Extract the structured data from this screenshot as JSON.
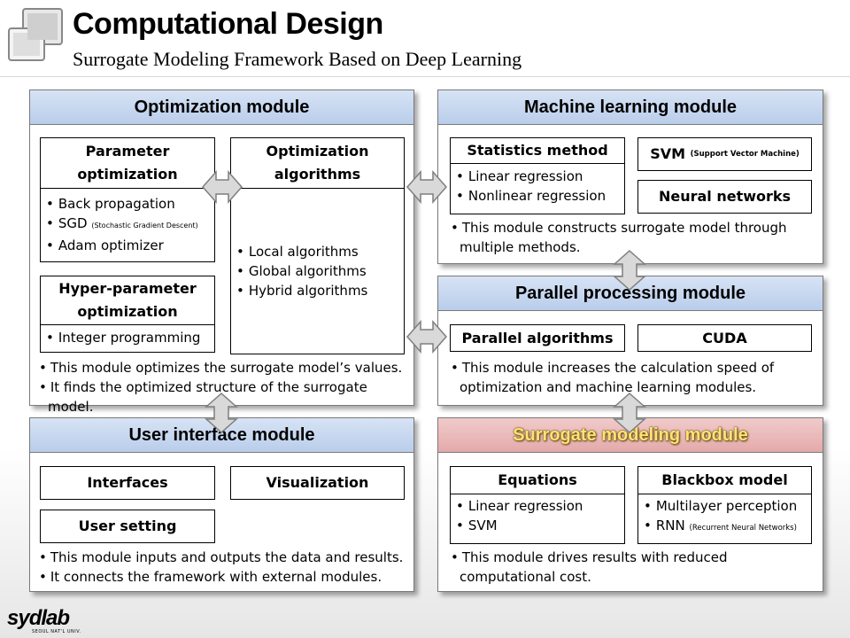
{
  "header": {
    "title": "Computational Design",
    "subtitle": "Surrogate Modeling Framework Based on Deep Learning"
  },
  "optimization": {
    "title": "Optimization module",
    "param_title_1": "Parameter",
    "param_title_2": "optimization",
    "param_items": [
      "Back propagation",
      "SGD",
      "Adam optimizer"
    ],
    "sgd_note": "(Stochastic Gradient Descent)",
    "algo_title_1": "Optimization",
    "algo_title_2": "algorithms",
    "algo_items": [
      "Local algorithms",
      "Global algorithms",
      "Hybrid algorithms"
    ],
    "hyper_title_1": "Hyper-parameter",
    "hyper_title_2": "optimization",
    "hyper_items": [
      "Integer programming"
    ],
    "notes": [
      "This module optimizes the surrogate model’s values.",
      "It finds the optimized structure of the surrogate model."
    ]
  },
  "machine_learning": {
    "title": "Machine learning module",
    "stats_title": "Statistics method",
    "stats_items": [
      "Linear regression",
      "Nonlinear regression"
    ],
    "svm_title": "SVM",
    "svm_note": "(Support Vector Machine)",
    "nn_title": "Neural networks",
    "notes_line1": "This module constructs surrogate model through",
    "notes_line2": "multiple methods."
  },
  "parallel": {
    "title": "Parallel processing module",
    "algo_title": "Parallel algorithms",
    "cuda_title": "CUDA",
    "notes_line1": "This module increases the calculation speed of",
    "notes_line2": "optimization and machine learning modules."
  },
  "user_interface": {
    "title": "User interface module",
    "interfaces_title": "Interfaces",
    "visualization_title": "Visualization",
    "user_setting_title": "User setting",
    "notes": [
      "This module inputs and outputs the data and results.",
      "It connects the framework with external modules."
    ]
  },
  "surrogate": {
    "title": "Surrogate modeling module",
    "equations_title": "Equations",
    "equations_items": [
      "Linear regression",
      "SVM"
    ],
    "blackbox_title": "Blackbox model",
    "blackbox_items": [
      "Multilayer perception",
      "RNN"
    ],
    "rnn_note": "(Recurrent Neural Networks)",
    "notes_line1": "This module drives results with reduced",
    "notes_line2": "computational cost."
  },
  "footer": {
    "brand": "sydlab",
    "brand_sub": "SEOUL NAT'L UNIV."
  },
  "colors": {
    "header_blue": "#c6d6ef",
    "header_pink": "#e8b4b4",
    "arrow_fill": "#d9d9d9"
  }
}
